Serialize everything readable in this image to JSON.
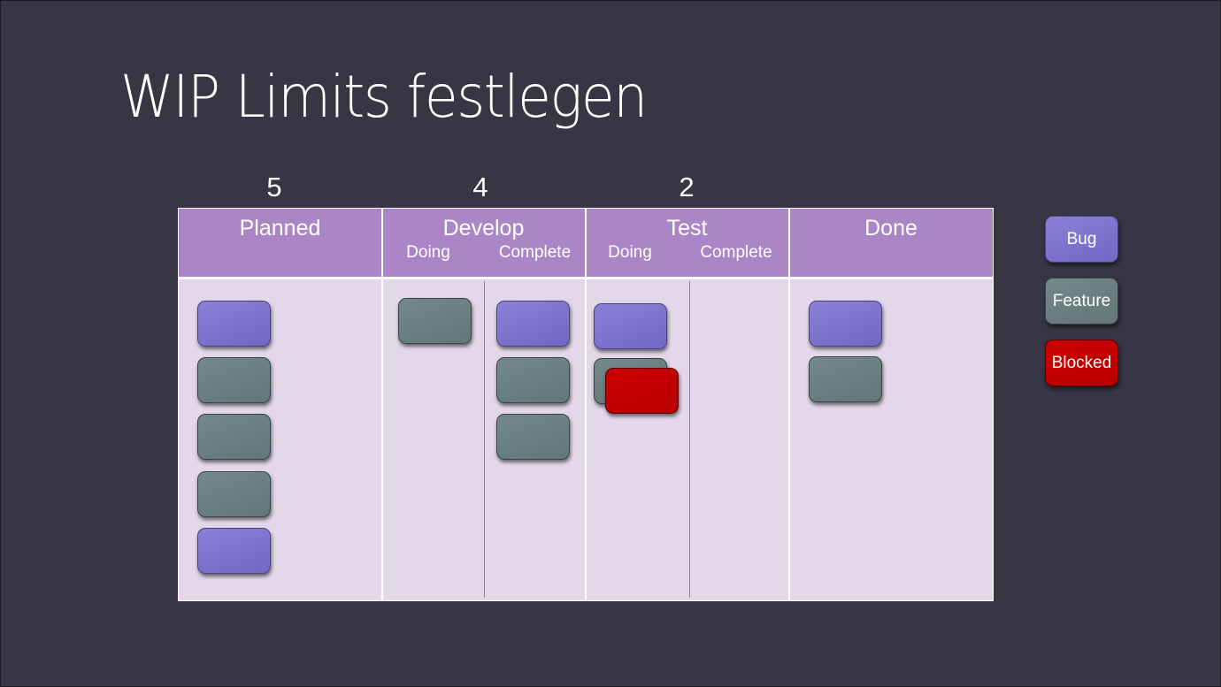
{
  "slide": {
    "title": "WIP Limits festlegen",
    "background": "#383544"
  },
  "wip_limits": {
    "planned": "5",
    "develop": "4",
    "test": "2"
  },
  "board": {
    "header_color": "#ab86c6",
    "body_color": "#e3d8ea",
    "columns": {
      "planned": {
        "label": "Planned"
      },
      "develop": {
        "label": "Develop",
        "sub": [
          "Doing",
          "Complete"
        ]
      },
      "test": {
        "label": "Test",
        "sub": [
          "Doing",
          "Complete"
        ]
      },
      "done": {
        "label": "Done"
      }
    },
    "cards": {
      "planned": [
        "Bug",
        "Feature",
        "Feature",
        "Feature",
        "Bug"
      ],
      "develop_doing": [
        "Feature"
      ],
      "develop_complete": [
        "Bug",
        "Feature",
        "Feature"
      ],
      "test_doing": [
        "Bug",
        "Feature",
        "Blocked"
      ],
      "test_complete": [],
      "done": [
        "Bug",
        "Feature"
      ]
    }
  },
  "legend": {
    "bug": {
      "label": "Bug",
      "color": "#7a72cc"
    },
    "feature": {
      "label": "Feature",
      "color": "#6b7f80"
    },
    "blocked": {
      "label": "Blocked",
      "color": "#c00000"
    }
  }
}
